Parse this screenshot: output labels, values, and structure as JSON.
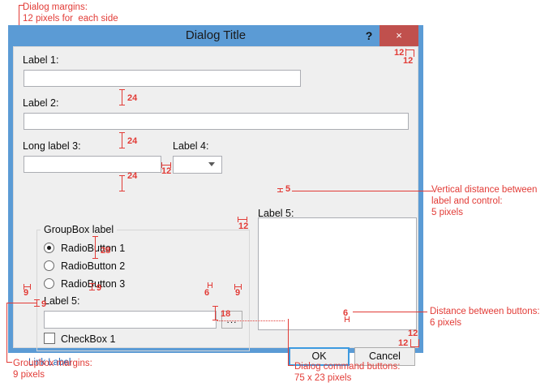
{
  "dialog": {
    "title": "Dialog Title",
    "help_glyph": "?",
    "close_glyph": "×",
    "accent_color": "#5b9bd5",
    "close_color": "#c0504d",
    "client_color": "#efefef"
  },
  "fields": {
    "label1": "Label 1:",
    "label1_value": "",
    "label2": "Label 2:",
    "label2_value": "",
    "label3": "Long label  3:",
    "label3_value": "",
    "label4": "Label 4:",
    "label4_value": "",
    "label5_group": "Label 5:",
    "label5_group_value": "",
    "label5_right": "Label 5:",
    "label5_right_value": ""
  },
  "groupbox": {
    "label": "GroupBox label",
    "radios": [
      {
        "label": "RadioButton 1",
        "selected": true
      },
      {
        "label": "RadioButton 2",
        "selected": false
      },
      {
        "label": "RadioButton 3",
        "selected": false
      }
    ],
    "browse_button": "...",
    "checkbox": {
      "label": "CheckBox 1",
      "checked": false
    }
  },
  "link": {
    "label": "Link Label",
    "color": "#1b62b5"
  },
  "buttons": {
    "ok": "OK",
    "cancel": "Cancel"
  },
  "annotations": {
    "color": "#e23b36",
    "dialog_margins": "Dialog margins:\n12 pixels for  each side",
    "vertical_distance": "Vertical distance between\nlabel and control:\n5 pixels",
    "distance_between_buttons": "Distance between buttons:\n6 pixels",
    "groupbox_margins": "Groupbox margins:\n9 pixels",
    "command_buttons": "Dialog command buttons:\n75 x 23 pixels",
    "numbers": {
      "m12_top_right_a": "12",
      "m12_top_right_b": "12",
      "m24_a": "24",
      "m24_b": "24",
      "m24_c": "24",
      "m12_combo": "12",
      "m12_right": "12",
      "m5": "5",
      "m28": "28",
      "m9_left": "9",
      "m9_below": "9",
      "m9_right": "9",
      "m9_check": "9",
      "m6_browse": "6",
      "m18": "18",
      "m6_buttons": "6",
      "m12_btn_right": "12",
      "m12_btn_bottom": "12"
    }
  }
}
